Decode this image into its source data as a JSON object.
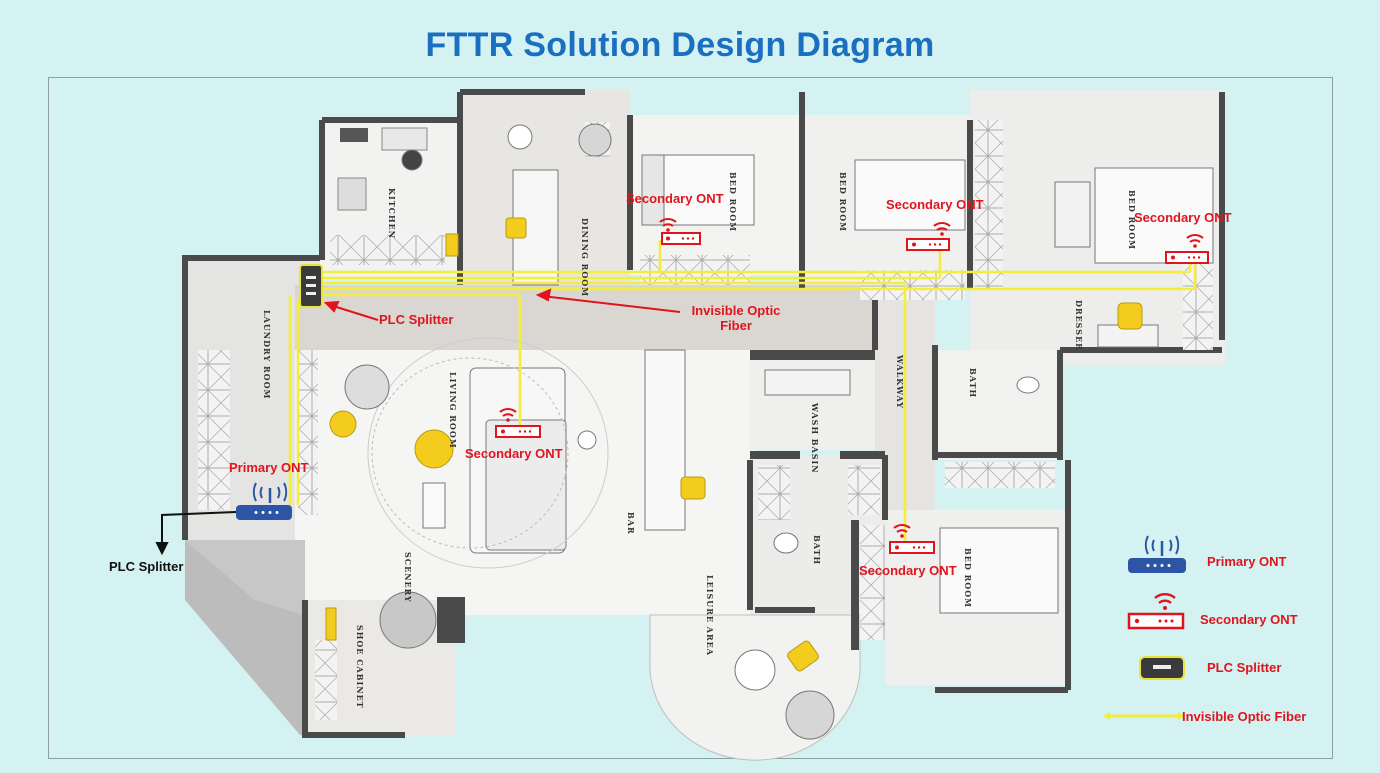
{
  "title": "FTTR Solution Design Diagram",
  "rooms": {
    "kitchen": "KITCHEN",
    "dining_room": "DINING ROOM",
    "bed_room_1": "BED ROOM",
    "bed_room_2": "BED ROOM",
    "bed_room_3": "BED ROOM",
    "bed_room_4": "BED ROOM",
    "laundry_room": "LAUNDRY ROOM",
    "living_room": "LIVING ROOM",
    "wash_basin": "WASH BASIN",
    "walkway": "WALKWAY",
    "bath_1": "BATH",
    "bath_2": "BATH",
    "dresser": "DRESSER",
    "bar": "BAR",
    "scenery": "SCENERY",
    "shoe_cabinet": "SHOE CABINET",
    "leisure_area": "LEISURE AREA"
  },
  "labels": {
    "secondary_ont_dining": "Secondary ONT",
    "secondary_ont_bed2": "Secondary ONT",
    "secondary_ont_master": "Secondary ONT",
    "secondary_ont_living": "Secondary ONT",
    "secondary_ont_bed4": "Secondary ONT",
    "primary_ont": "Primary ONT",
    "plc_splitter_plan": "PLC Splitter",
    "plc_splitter_outside": "PLC Splitter",
    "invisible_fiber_line1": "Invisible Optic",
    "invisible_fiber_line2": "Fiber"
  },
  "legend": {
    "primary_ont": "Primary ONT",
    "secondary_ont": "Secondary ONT",
    "plc_splitter": "PLC Splitter",
    "invisible_fiber": "Invisible Optic Fiber"
  },
  "colors": {
    "title": "#1a6fc1",
    "fiber": "#f4ee3a",
    "label_red": "#e0141c",
    "primary_ont": "#2c55a5",
    "secondary_ont": "#e0141c"
  }
}
